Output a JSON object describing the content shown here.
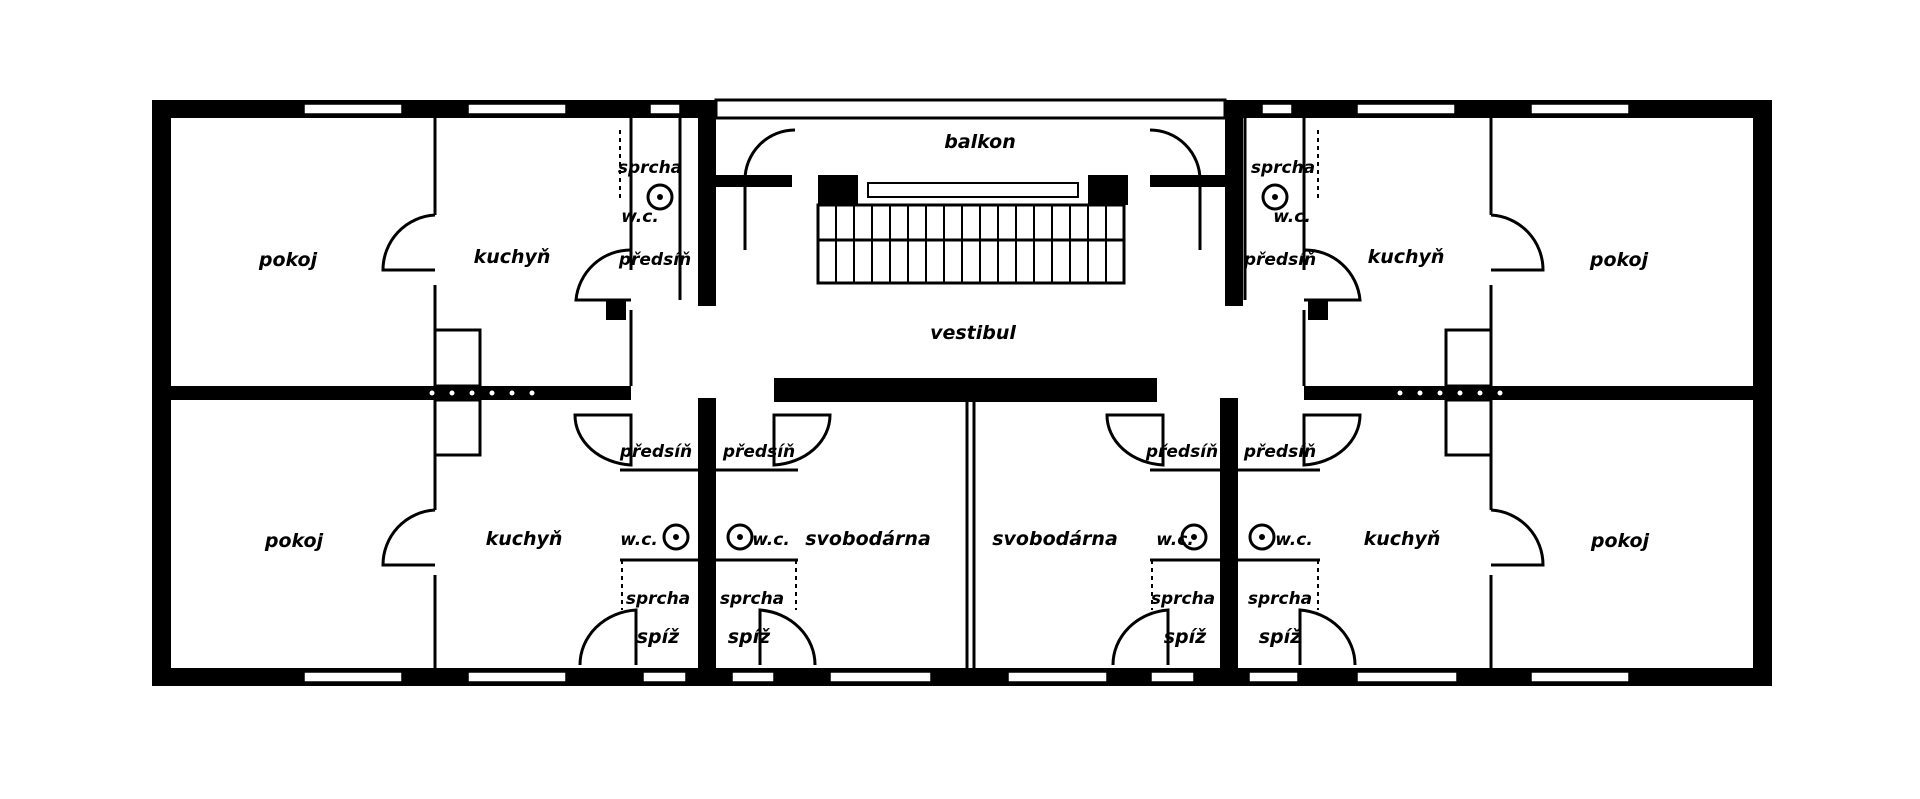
{
  "title": "Floor plan",
  "rooms": {
    "upper_left": {
      "pokoj": "pokoj",
      "kuchyn": "kuchyň",
      "sprcha": "sprcha",
      "wc": "w.c.",
      "predsin": "předsíň"
    },
    "upper_right": {
      "pokoj": "pokoj",
      "kuchyn": "kuchyň",
      "sprcha": "sprcha",
      "wc": "w.c.",
      "predsin": "předsíň"
    },
    "center": {
      "balkon": "balkon",
      "vestibul": "vestibul"
    },
    "lower_left": {
      "pokoj": "pokoj",
      "kuchyn": "kuchyň",
      "predsin": "předsíň",
      "wc": "w.c.",
      "sprcha": "sprcha",
      "spiz": "spíž"
    },
    "lower_mid_left": {
      "predsin": "předsíň",
      "wc": "w.c.",
      "sprcha": "sprcha",
      "spiz": "spíž",
      "svobodarna": "svobodárna"
    },
    "lower_mid_right": {
      "predsin": "předsíň",
      "wc": "w.c.",
      "sprcha": "sprcha",
      "spiz": "spíž",
      "svobodarna": "svobodárna"
    },
    "lower_right": {
      "pokoj": "pokoj",
      "kuchyn": "kuchyň",
      "predsin": "předsíň",
      "wc": "w.c.",
      "sprcha": "sprcha",
      "spiz": "spíž"
    }
  }
}
